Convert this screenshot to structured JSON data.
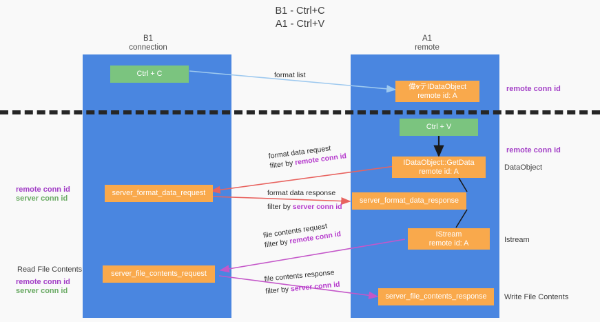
{
  "title": "B1 - Ctrl+C\nA1 - Ctrl+V",
  "columns": [
    {
      "id": "b1",
      "header": "B1\nconnection"
    },
    {
      "id": "a1",
      "header": "A1\nremote"
    }
  ],
  "nodes": {
    "ctrl_c": {
      "line1": "Ctrl + C",
      "line2": ""
    },
    "idataobject_top": {
      "line1": "偉ⱴテIDataObject",
      "line2": "remote id: A"
    },
    "ctrl_v": {
      "line1": "Ctrl + V",
      "line2": ""
    },
    "getdata": {
      "line1": "IDataObject::GetData",
      "line2": "remote id: A"
    },
    "server_format_data_request": {
      "line1": "server_format_data_request",
      "line2": ""
    },
    "server_format_data_response": {
      "line1": "server_format_data_response",
      "line2": ""
    },
    "istream": {
      "line1": "IStream",
      "line2": "remote id: A"
    },
    "server_file_contents_request": {
      "line1": "server_file_contents_request",
      "line2": ""
    },
    "server_file_contents_response": {
      "line1": "server_file_contents_response",
      "line2": ""
    }
  },
  "side_labels": {
    "remote_conn_id_top": "remote conn id",
    "remote_conn_id_mid": "remote conn id",
    "dataobject": "DataObject",
    "istream": "Istream",
    "write_file_contents": "Write File Contents",
    "read_file_contents": "Read File Contents",
    "left_mid_remote": "remote conn id",
    "left_mid_server": "server conn id",
    "left_bottom_remote": "remote conn id",
    "left_bottom_server": "server conn id"
  },
  "edges": {
    "format_list": "format list",
    "format_data_request": "format data request",
    "format_data_request_filter_prefix": "filter by ",
    "format_data_request_filter_value": "remote conn id",
    "format_data_response": "format data response",
    "format_data_response_filter_prefix": "filter by ",
    "format_data_response_filter_value": "server conn id",
    "file_contents_request": "file contents request",
    "file_contents_request_filter_prefix": "filter by ",
    "file_contents_request_filter_value": "remote conn id",
    "file_contents_response": "file contents response",
    "file_contents_response_filter_prefix": "filter by ",
    "file_contents_response_filter_value": "server conn id"
  },
  "colors": {
    "band": "#4a86e0",
    "node_orange": "#f9a94c",
    "node_green": "#7bc47f",
    "purple": "#b63ccd",
    "green_text": "#6aaa64",
    "arrow_lightblue": "#9ec9ef",
    "arrow_red": "#e8635f",
    "arrow_magenta": "#c457c9",
    "arrow_black": "#1a1a1a",
    "divider": "#262626"
  }
}
